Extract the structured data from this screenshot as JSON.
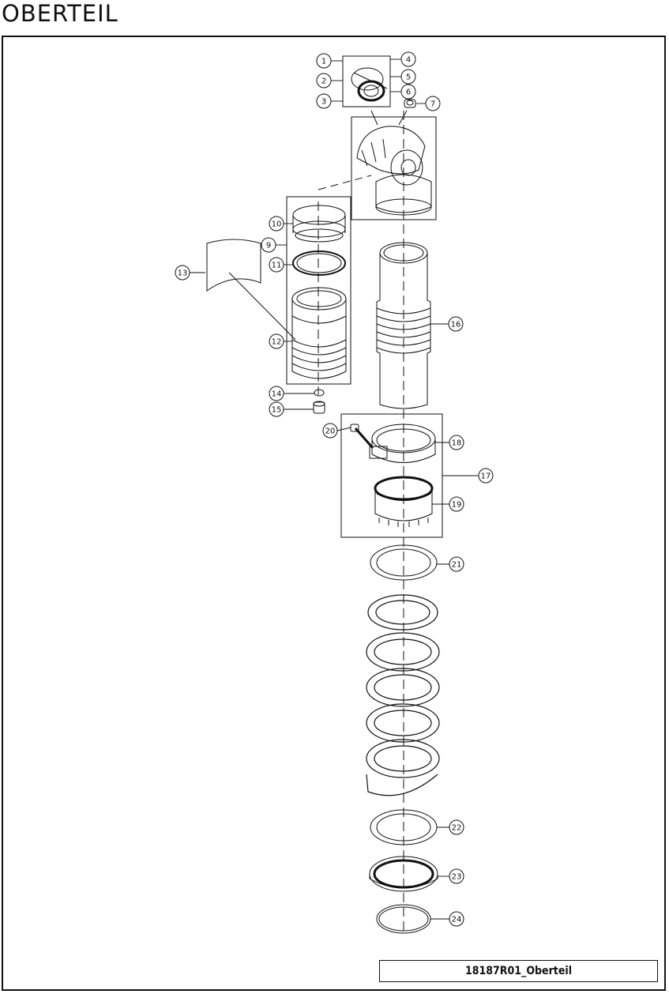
{
  "header": {
    "title": "OBERTEIL"
  },
  "footer": {
    "drawing_code": "18187R01_Oberteil"
  },
  "callouts": [
    "1",
    "2",
    "3",
    "4",
    "5",
    "6",
    "7",
    "9",
    "10",
    "11",
    "12",
    "13",
    "14",
    "15",
    "16",
    "17",
    "18",
    "19",
    "20",
    "21",
    "22",
    "23",
    "24"
  ]
}
